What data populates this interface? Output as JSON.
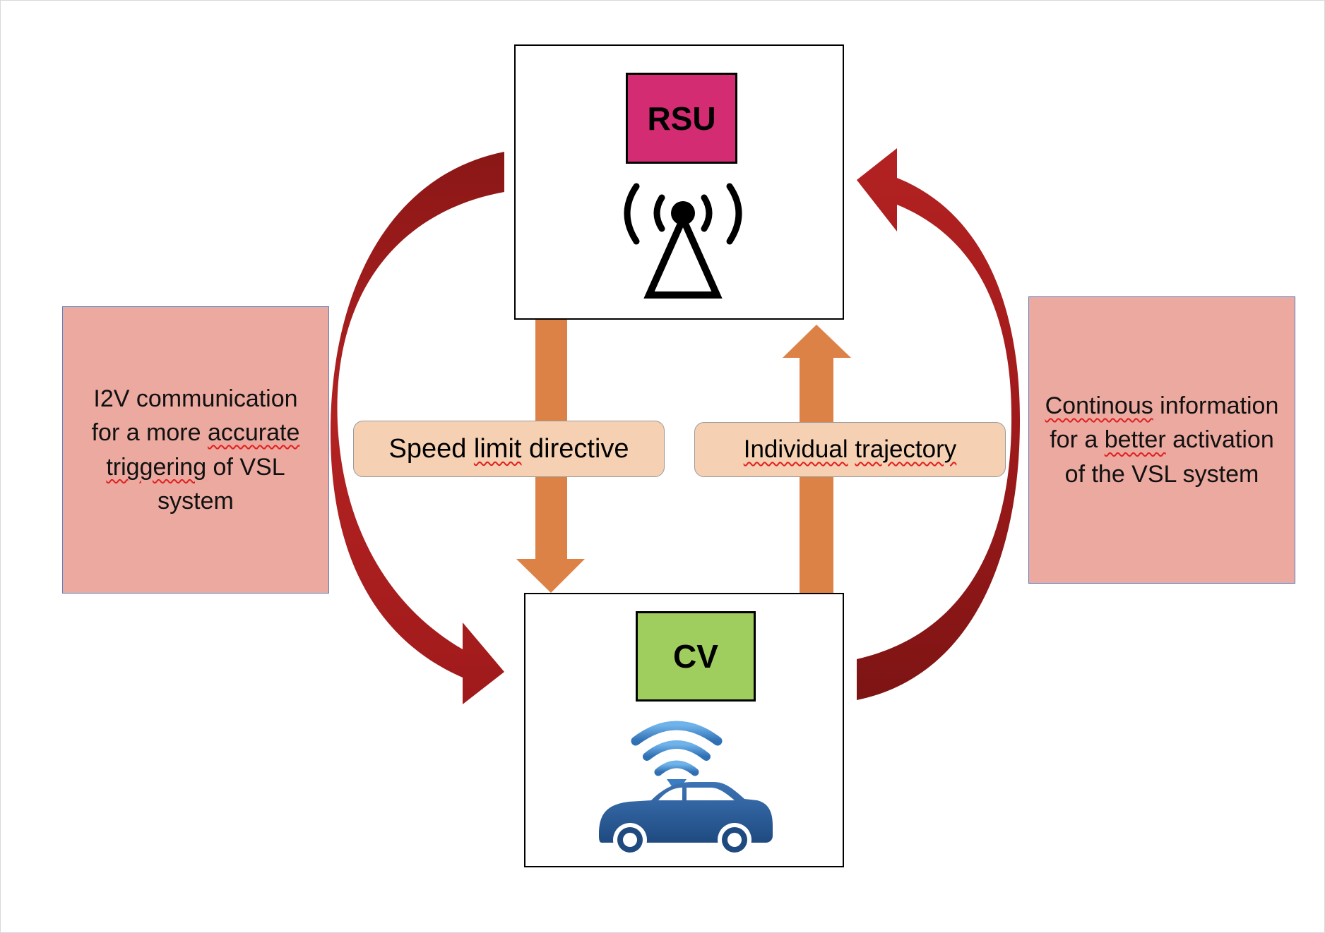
{
  "colors": {
    "rsu_fill": "#d42c73",
    "cv_fill": "#a0ce5e",
    "note_fill": "#eba9a0",
    "pill_fill": "#f6d0b2",
    "orange_arrow": "#dd8246",
    "red_arrow": "#a01a1b",
    "car_blue": "#2b5c99",
    "wifi_blue": "#3b7dc4"
  },
  "rsu": {
    "label": "RSU",
    "icon": "radio-tower-icon"
  },
  "cv": {
    "label": "CV",
    "icon": "connected-car-icon"
  },
  "left_note": {
    "line1": "I2V communication",
    "line2_a": "for a more ",
    "line2_b": "accurate",
    "line3_a": "triggering",
    "line3_b": " of VSL",
    "line4": "system"
  },
  "right_note": {
    "line1_a": "Continous",
    "line1_b": " information",
    "line2_a": "for a ",
    "line2_b": "better",
    "line2_c": " activation",
    "line3": "of the VSL system"
  },
  "downlink": {
    "word1": "Speed",
    "word2": " ",
    "word3": "limit",
    "word4": " directive"
  },
  "uplink": {
    "word1": "Individual",
    "word2": " ",
    "word3": "trajectory"
  }
}
